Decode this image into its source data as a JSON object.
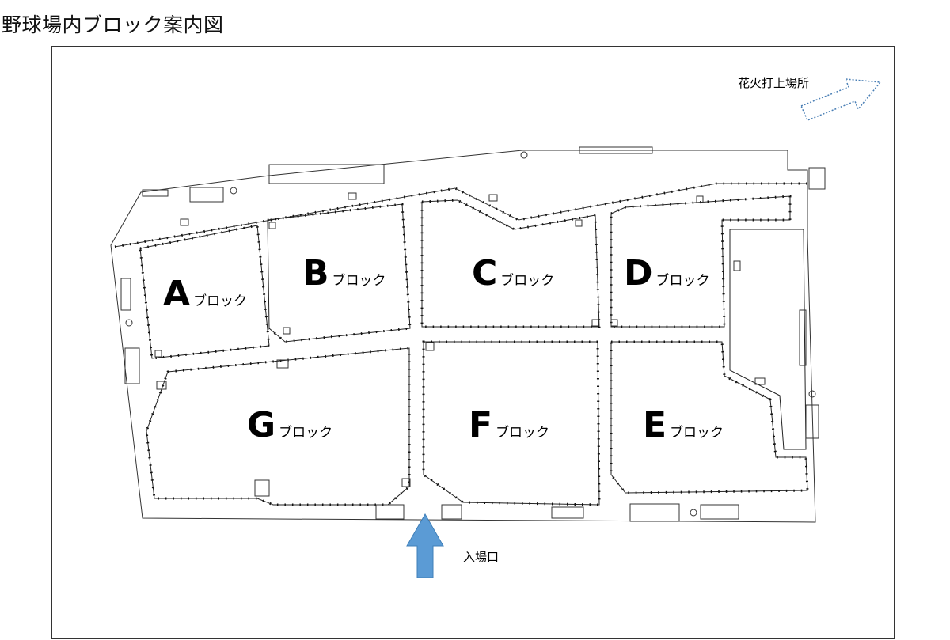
{
  "title": "野球場内ブロック案内図",
  "block_suffix": "ブロック",
  "blocks": [
    {
      "letter": "A"
    },
    {
      "letter": "B"
    },
    {
      "letter": "C"
    },
    {
      "letter": "D"
    },
    {
      "letter": "E"
    },
    {
      "letter": "F"
    },
    {
      "letter": "G"
    }
  ],
  "fireworks_label": "花火打上場所",
  "entrance_label": "入場口",
  "colors": {
    "entrance_arrow": "#5b9bd5",
    "entrance_arrow_stroke": "#3f7fb8",
    "fireworks_arrow": "#4a7fb5",
    "lines": "#222222"
  }
}
